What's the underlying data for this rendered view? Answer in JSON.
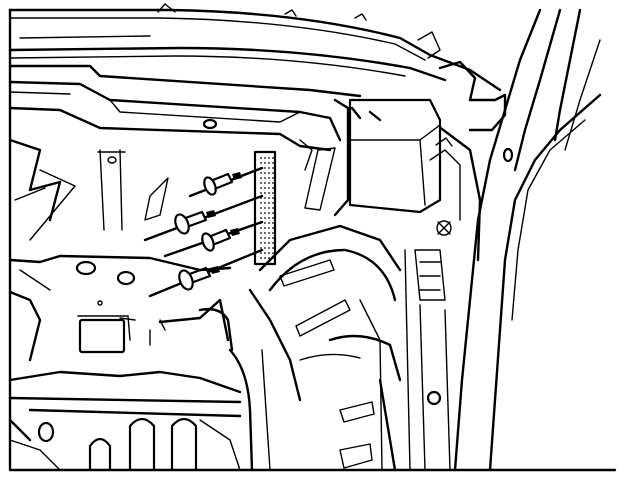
{
  "figure": {
    "subject": "vehicle-body-panel-line-drawing",
    "style": "monochrome-line-art",
    "colors": {
      "line": "#000000",
      "background": "#ffffff"
    },
    "callouts": [
      "rivet-fastener",
      "rivet-fastener",
      "rivet-fastener",
      "rivet-fastener"
    ],
    "parts": [
      "upper-rail",
      "pillar",
      "inner-panel",
      "perforated-strip",
      "lower-floor-panel",
      "bracket"
    ]
  }
}
